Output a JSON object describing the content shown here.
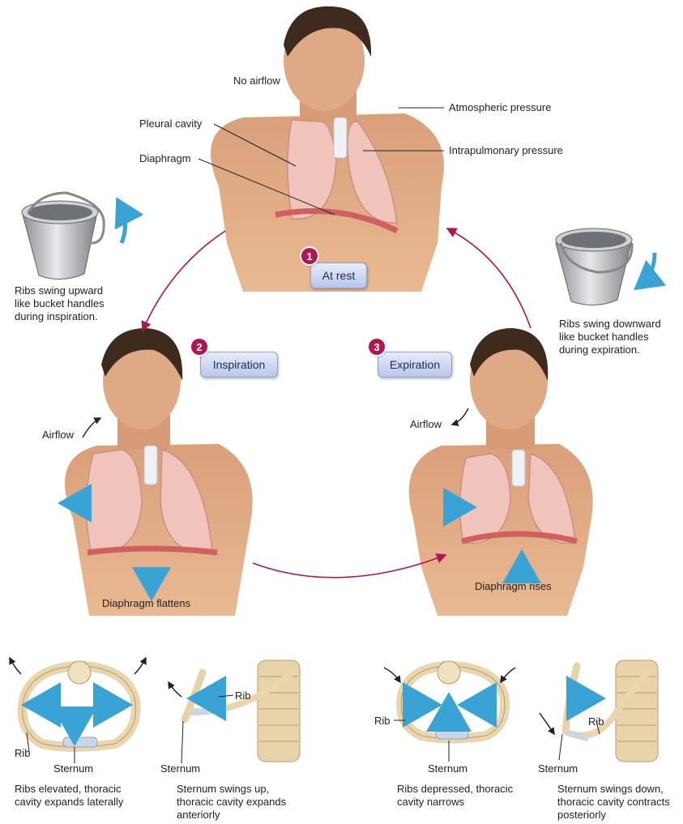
{
  "labels": {
    "no_airflow": "No airflow",
    "pleural_cavity": "Pleural cavity",
    "diaphragm": "Diaphragm",
    "atmospheric_pressure": "Atmospheric pressure",
    "intrapulmonary_pressure": "Intrapulmonary pressure",
    "airflow_in": "Airflow",
    "airflow_out": "Airflow",
    "diaphragm_flattens": "Diaphragm flattens",
    "diaphragm_rises": "Diaphragm rises"
  },
  "steps": [
    {
      "number": "1",
      "label": "At rest"
    },
    {
      "number": "2",
      "label": "Inspiration"
    },
    {
      "number": "3",
      "label": "Expiration"
    }
  ],
  "bucket_captions": {
    "left": "Ribs swing upward\nlike bucket handles\nduring inspiration.",
    "right": "Ribs swing downward\nlike bucket handles\nduring expiration."
  },
  "rib_panels": [
    {
      "rib_label": "Rib",
      "sternum_label": "Sternum",
      "caption": "Ribs elevated, thoracic\ncavity expands laterally"
    },
    {
      "rib_label": "Rib",
      "sternum_label": "Sternum",
      "caption": "Sternum swings up,\nthoracic cavity expands\nanteriorly"
    },
    {
      "rib_label": "Rib",
      "sternum_label": "Sternum",
      "caption": "Ribs depressed, thoracic\ncavity narrows"
    },
    {
      "rib_label": "Rib",
      "sternum_label": "Sternum",
      "caption": "Sternum swings down,\nthoracic cavity contracts\nposteriorly"
    }
  ],
  "colors": {
    "cycle_arrow": "#b0164f",
    "motion_arrow": "#4fb3e0",
    "skin": "#e2ad86",
    "lung": "#f0c3bb",
    "bone": "#f1e3c4",
    "badge": "#b0164f"
  }
}
